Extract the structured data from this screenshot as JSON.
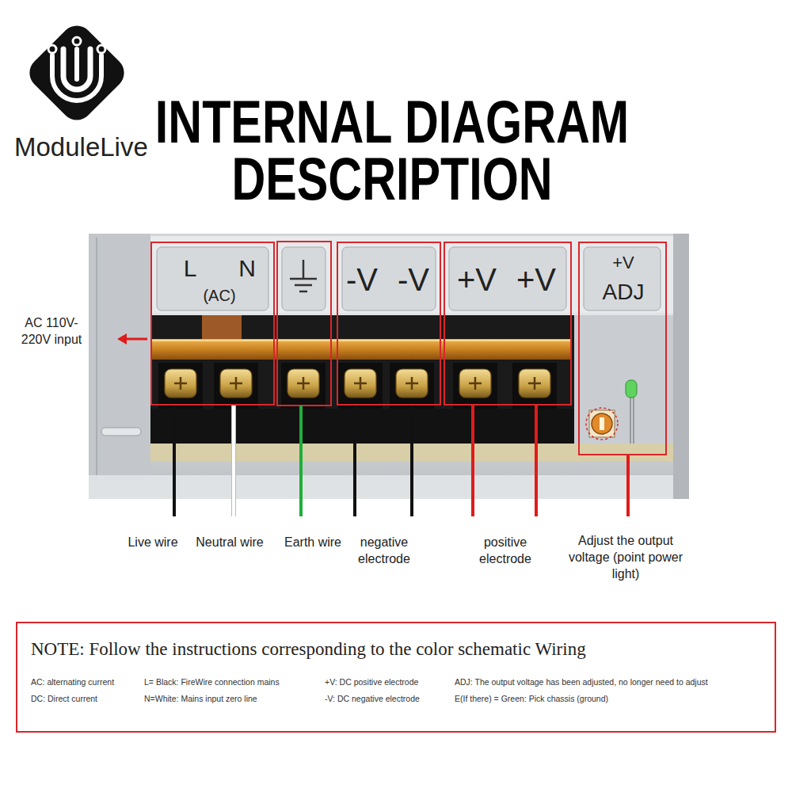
{
  "diagram": {
    "title": "INTERNAL DIAGRAM DESCRIPTION",
    "nodes": [
      {
        "text": [
          "L",
          "N",
          "(AC)"
        ]
      },
      {
        "text": [
          "-V",
          "-V"
        ]
      },
      {
        "text": [
          "+V",
          "+V"
        ]
      },
      {
        "text": [
          "+V",
          "ADJ"
        ]
      },
      {
        "text": [
          "NOTE: Follow the instructions corresponding to the color schematic Wiring",
          "AC: alternating current",
          "DC: Direct current",
          "L= Black: FireWire connection mains",
          "N=White: Mains input zero line",
          "+V: DC positive electrode",
          "-V: DC negative electrode",
          "ADJ: The output voltage has been adjusted, no longer need to adjust",
          "E(If there) = Green: Pick chassis (ground)"
        ]
      }
    ],
    "labels": [
      "ModuleLive",
      "AC 110V-220V input",
      "Live wire",
      "Neutral wire",
      "Earth wire",
      "negative electrode",
      "positive electrode",
      "Adjust the output voltage (point power light)"
    ]
  }
}
